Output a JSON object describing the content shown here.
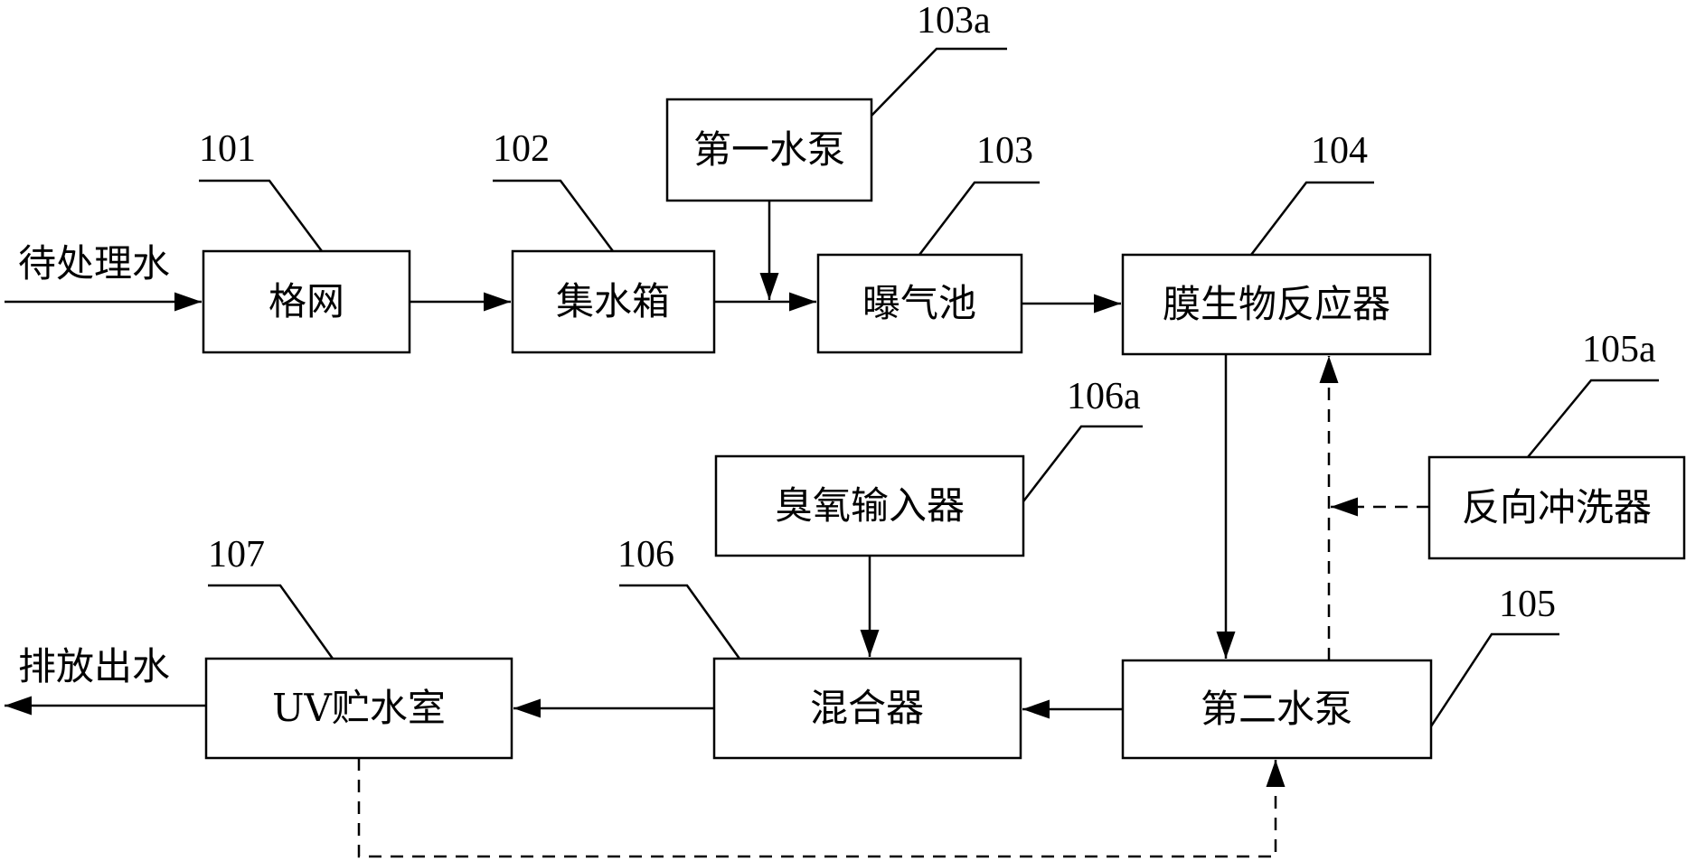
{
  "nodes": {
    "grid": {
      "label": "格网",
      "ref": "101"
    },
    "tank": {
      "label": "集水箱",
      "ref": "102"
    },
    "pump1": {
      "label": "第一水泵",
      "ref": "103a"
    },
    "aeration": {
      "label": "曝气池",
      "ref": "103"
    },
    "mbr": {
      "label": "膜生物反应器",
      "ref": "104"
    },
    "backwash": {
      "label": "反向冲洗器",
      "ref": "105a"
    },
    "ozone": {
      "label": "臭氧输入器",
      "ref": "106a"
    },
    "mixer": {
      "label": "混合器",
      "ref": "106"
    },
    "pump2": {
      "label": "第二水泵",
      "ref": "105"
    },
    "uv": {
      "label": "UV贮水室",
      "ref": "107"
    }
  },
  "io": {
    "inlet": "待处理水",
    "outlet": "排放出水"
  }
}
